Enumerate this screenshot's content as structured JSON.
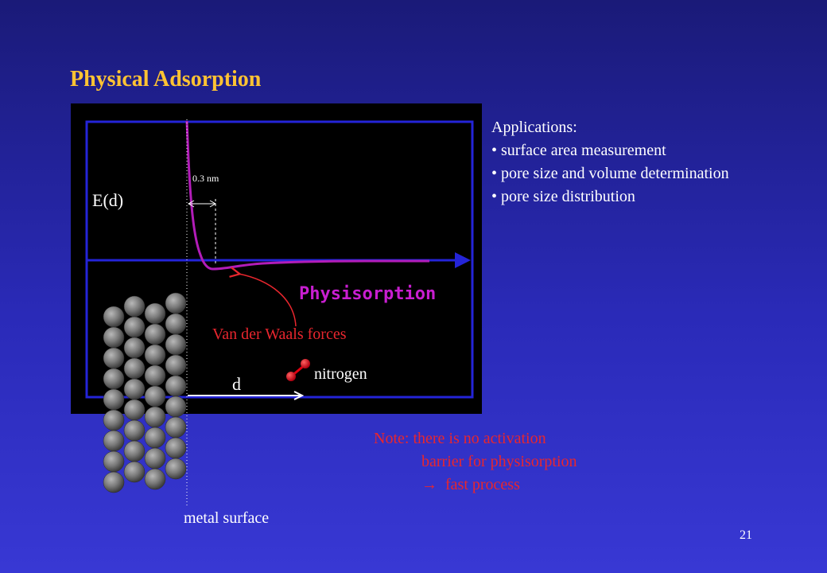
{
  "title": "Physical Adsorption",
  "diagram": {
    "energy_axis_label": "E(d)",
    "distance_label": "d",
    "distance_marker": "0.3 nm",
    "curve_label": "Physisorption",
    "force_label": "Van der Waals forces",
    "molecule_label": "nitrogen",
    "surface_label": "metal surface",
    "colors": {
      "frame": "#2424d8",
      "curve": "#b21cb8",
      "curve_label": "#c81ed0",
      "force_label": "#e8262e",
      "molecule": "#e00010",
      "atoms": "#7a7a7a"
    }
  },
  "applications": {
    "heading": "Applications:",
    "items": [
      "surface area measurement",
      "pore size and volume determination",
      "pore size distribution"
    ]
  },
  "note": {
    "prefix": "Note:",
    "line1": "there is no activation",
    "line2": "barrier for physisorption",
    "line3": "fast process",
    "arrow_symbol": "→"
  },
  "page_number": "21"
}
